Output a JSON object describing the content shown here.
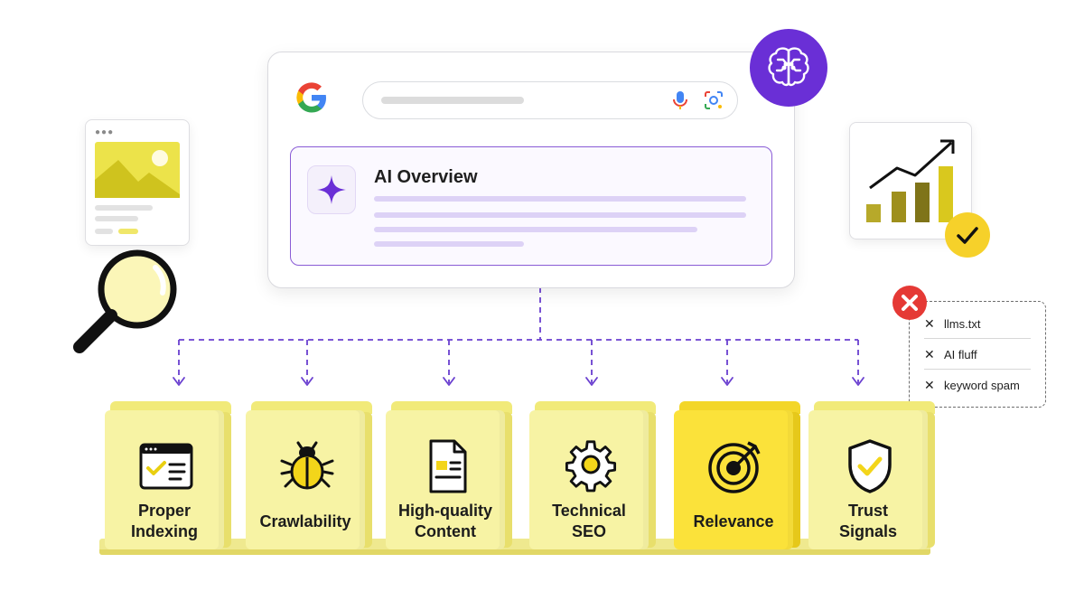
{
  "colors": {
    "accent_purple": "#6a2fd6",
    "block_face": "#f7f3a4",
    "block_face_highlight": "#fbe23a",
    "block_top": "#f1ea79",
    "block_side": "#e8df6c",
    "danger_red": "#e53935",
    "check_yellow": "#f6d12a"
  },
  "search_window": {
    "ai_overview_title": "AI Overview",
    "logo_icon": "google-g-icon",
    "mic_icon": "mic-icon",
    "lens_icon": "lens-camera-icon",
    "sparkle_icon": "sparkle-icon"
  },
  "badges": {
    "brain_icon": "brain-icon",
    "check_icon": "check-icon"
  },
  "avoid_list": {
    "badge_icon": "x-icon",
    "items": [
      "llms.txt",
      "AI fluff",
      "keyword spam"
    ]
  },
  "blocks": [
    {
      "id": "indexing",
      "label_line1": "Proper",
      "label_line2": "Indexing",
      "icon": "browser-checklist-icon",
      "highlight": false
    },
    {
      "id": "crawlability",
      "label_line1": "Crawlability",
      "label_line2": "",
      "icon": "bug-icon",
      "highlight": false
    },
    {
      "id": "content",
      "label_line1": "High-quality",
      "label_line2": "Content",
      "icon": "document-icon",
      "highlight": false
    },
    {
      "id": "technical",
      "label_line1": "Technical",
      "label_line2": "SEO",
      "icon": "gear-icon",
      "highlight": false
    },
    {
      "id": "relevance",
      "label_line1": "Relevance",
      "label_line2": "",
      "icon": "target-icon",
      "highlight": true
    },
    {
      "id": "trust",
      "label_line1": "Trust",
      "label_line2": "Signals",
      "icon": "shield-check-icon",
      "highlight": false
    }
  ]
}
